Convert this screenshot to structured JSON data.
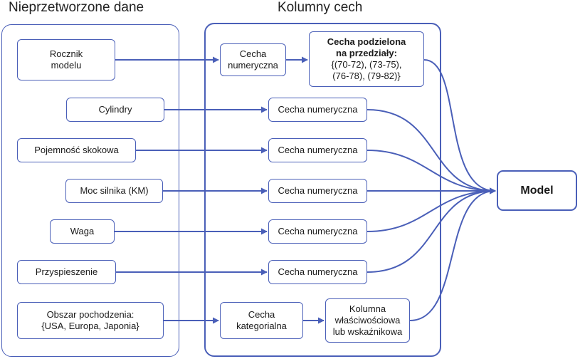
{
  "headers": {
    "raw": "Nieprzetworzone dane",
    "features": "Kolumny cech"
  },
  "raw_inputs": [
    {
      "lines": [
        "Rocznik",
        "modelu"
      ]
    },
    {
      "lines": [
        "Cylindry"
      ]
    },
    {
      "lines": [
        "Pojemność skokowa"
      ]
    },
    {
      "lines": [
        "Moc silnika (KM)"
      ]
    },
    {
      "lines": [
        "Waga"
      ]
    },
    {
      "lines": [
        "Przyspieszenie"
      ]
    },
    {
      "lines": [
        "Obszar pochodzenia:",
        "{USA, Europa, Japonia}"
      ]
    }
  ],
  "feature_columns": [
    {
      "lines": [
        "Cecha",
        "numeryczna"
      ]
    },
    {
      "lines": [
        "Cecha numeryczna"
      ]
    },
    {
      "lines": [
        "Cecha numeryczna"
      ]
    },
    {
      "lines": [
        "Cecha numeryczna"
      ]
    },
    {
      "lines": [
        "Cecha numeryczna"
      ]
    },
    {
      "lines": [
        "Cecha numeryczna"
      ]
    },
    {
      "lines": [
        "Cecha",
        "kategorialna"
      ]
    }
  ],
  "derived": {
    "bucketized": {
      "title_lines": [
        "Cecha podzielona",
        "na przedziały:"
      ],
      "body_lines": [
        "{(70-72), (73-75),",
        "(76-78), (79-82)}"
      ]
    },
    "indicator": {
      "lines": [
        "Kolumna",
        "właściwościowa",
        "lub wskaźnikowa"
      ]
    }
  },
  "model": {
    "label": "Model"
  },
  "colors": {
    "accent": "#4a5fb8"
  }
}
